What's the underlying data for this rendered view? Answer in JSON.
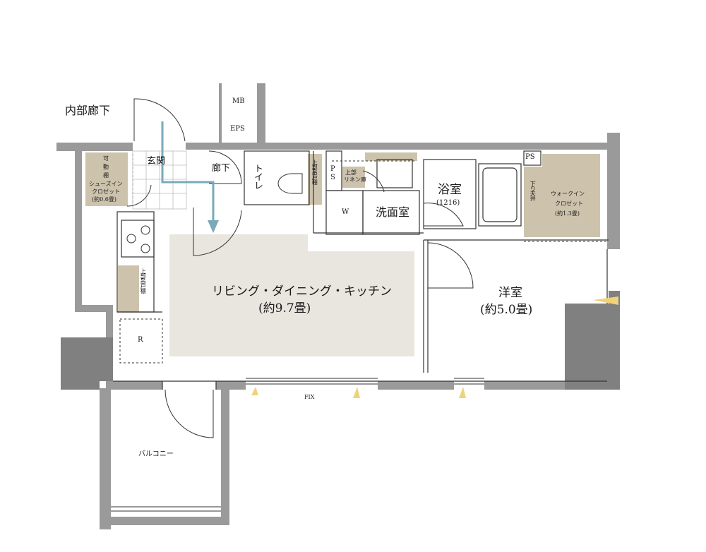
{
  "rooms": {
    "corridor_outside": "内部廊下",
    "mb": "MB",
    "eps": "EPS",
    "entrance": "玄関",
    "hall": "廊下",
    "toilet": "トイレ",
    "upper_shelf_toilet": "上部吊戸棚",
    "ps1_p": "P",
    "ps1_s": "S",
    "linen_l1": "上部",
    "linen_l2": "リネン庫",
    "bath": "浴室",
    "bath_size": "(1216)",
    "ps2": "PS",
    "washer": "W",
    "washroom": "洗面室",
    "drop_ceiling": "下り天井",
    "wic_l1": "ウォークイン",
    "wic_l2": "クロゼット",
    "wic_l3": "(約1.3畳)",
    "shoe_l1": "可",
    "shoe_l2": "動",
    "shoe_l3": "棚",
    "shoe_l4": "シューズイン",
    "shoe_l5": "クロゼット",
    "shoe_l6": "(約0.6畳)",
    "kitchen_shelf": "上部吊戸棚",
    "ldk_l1": "リビング・ダイニング・キッチン",
    "ldk_l2": "(約9.7畳)",
    "western_l1": "洋室",
    "western_l2": "(約5.0畳)",
    "fridge": "R",
    "fix": "FIX",
    "balcony": "バルコニー"
  },
  "colors": {
    "wall": "#9a9a9a",
    "wall_dark": "#808080",
    "storage": "#cdc3ad",
    "ldk_floor": "#e9e6df",
    "line": "#333333",
    "arrow": "#7aaab8",
    "window_light": "#f0d27a"
  }
}
